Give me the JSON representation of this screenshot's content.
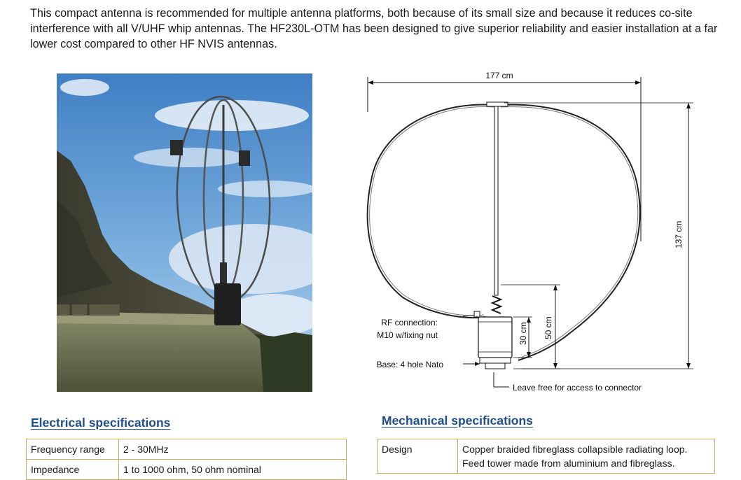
{
  "intro": {
    "paragraph": "This compact antenna is recommended for multiple antenna platforms, both because of its small size and because it reduces co-site interference with all V/UHF whip antennas. The HF230L-OTM has been designed to give superior reliability and easier installation at a far lower cost compared to other HF NVIS antennas."
  },
  "diagram": {
    "width_label": "177 cm",
    "height_label": "137 cm",
    "height_50_label": "50 cm",
    "height_30_label": "30 cm",
    "rf_label_line1": "RF connection:",
    "rf_label_line2": "M10 w/fixing nut",
    "base_label": "Base: 4 hole Nato",
    "leave_free_label": "Leave free for access to connector"
  },
  "electrical": {
    "heading": "Electrical specifications",
    "rows": [
      {
        "label": "Frequency range",
        "value": "2 - 30MHz"
      },
      {
        "label": "Impedance",
        "value": "1 to 1000 ohm, 50 ohm nominal"
      }
    ]
  },
  "mechanical": {
    "heading": "Mechanical specifications",
    "rows": [
      {
        "label": "Design",
        "value_line1": "Copper braided fibreglass collapsible radiating loop.",
        "value_line2": "Feed tower made from aluminium and fibreglass."
      }
    ]
  },
  "colors": {
    "heading": "#1f4e8c",
    "table_border": "#c8b25a"
  }
}
